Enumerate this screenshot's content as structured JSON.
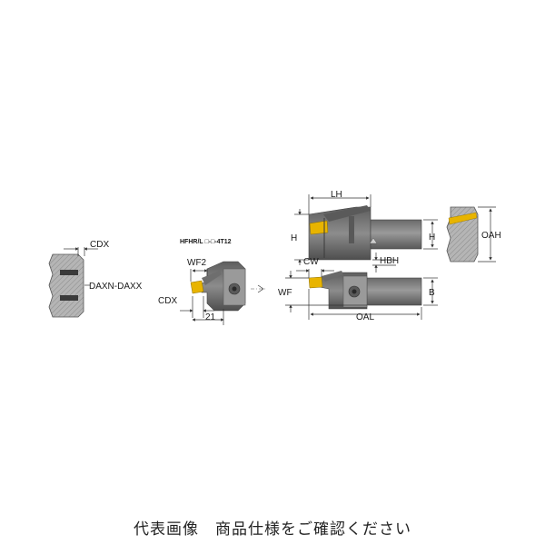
{
  "labels": {
    "cdx_left": "CDX",
    "daxn": "DAXN-DAXX",
    "model": "HFHR/L □-□-4T12",
    "wf2": "WF2",
    "cdx_mid": "CDX",
    "dim21": "21",
    "lh": "LH",
    "h_left": "H",
    "h_right": "H",
    "hbh": "HBH",
    "cw": "CW",
    "wf": "WF",
    "b": "B",
    "oal": "OAL",
    "oah": "OAH"
  },
  "caption": "代表画像　商品仕様をご確認ください",
  "colors": {
    "body": "#7a7a7a",
    "body_light": "#a8a8a8",
    "insert": "#e8b400",
    "line": "#333333"
  }
}
